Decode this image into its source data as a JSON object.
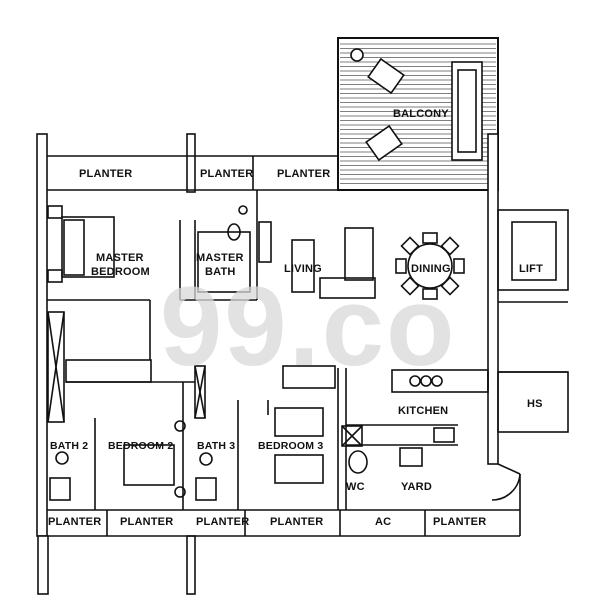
{
  "rooms": {
    "balcony": "BALCONY",
    "planter_top_1": "PLANTER",
    "planter_top_2": "PLANTER",
    "planter_top_3": "PLANTER",
    "master_bedroom_line1": "MASTER",
    "master_bedroom_line2": "BEDROOM",
    "master_bath_line1": "MASTER",
    "master_bath_line2": "BATH",
    "living": "LIVING",
    "dining": "DINING",
    "lift": "LIFT",
    "kitchen": "KITCHEN",
    "hs": "HS",
    "bath_2": "BATH 2",
    "bedroom_2": "BEDROOM 2",
    "bath_3": "BATH 3",
    "bedroom_3": "BEDROOM 3",
    "wc": "WC",
    "yard": "YARD",
    "planter_bottom_1": "PLANTER",
    "planter_bottom_2": "PLANTER",
    "planter_bottom_3": "PLANTER",
    "planter_bottom_4": "PLANTER",
    "ac": "AC",
    "planter_bottom_5": "PLANTER"
  },
  "watermark": "99.co",
  "colors": {
    "line": "#111111",
    "hatch": "#555555",
    "watermark": "#d9d9d9"
  }
}
